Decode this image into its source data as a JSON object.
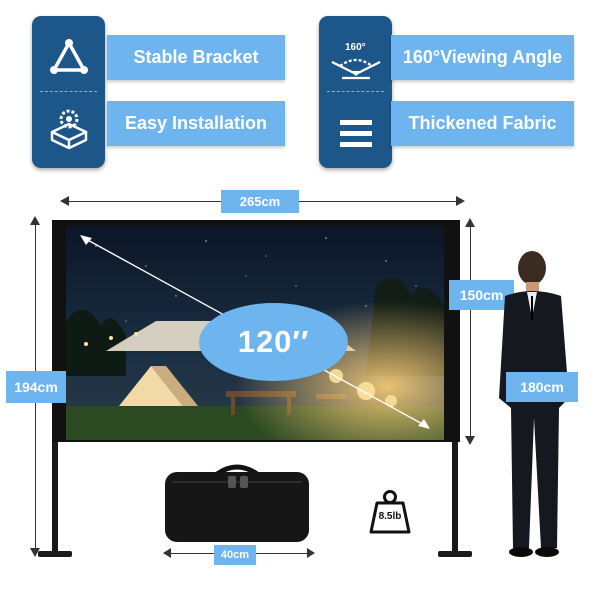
{
  "features": {
    "stable_bracket": {
      "label": "Stable Bracket",
      "icon": "triangle-bracket-icon"
    },
    "easy_installation": {
      "label": "Easy Installation",
      "icon": "gear-box-icon"
    },
    "viewing_angle": {
      "label": "160°Viewing Angle",
      "angle_text": "160°",
      "icon": "viewing-angle-icon"
    },
    "thickened_fabric": {
      "label": "Thickened Fabric",
      "icon": "fabric-layers-icon"
    }
  },
  "dimensions": {
    "total_width": "265cm",
    "total_height": "194cm",
    "screen_height": "150cm",
    "person_height": "180cm",
    "bag_length": "40cm"
  },
  "screen": {
    "size": "120′′"
  },
  "bag": {
    "weight": "8.5lb",
    "icon": "weight-icon"
  },
  "colors": {
    "panel_blue": "#1d5688",
    "label_blue": "#6eb4ee",
    "frame": "#111111"
  }
}
